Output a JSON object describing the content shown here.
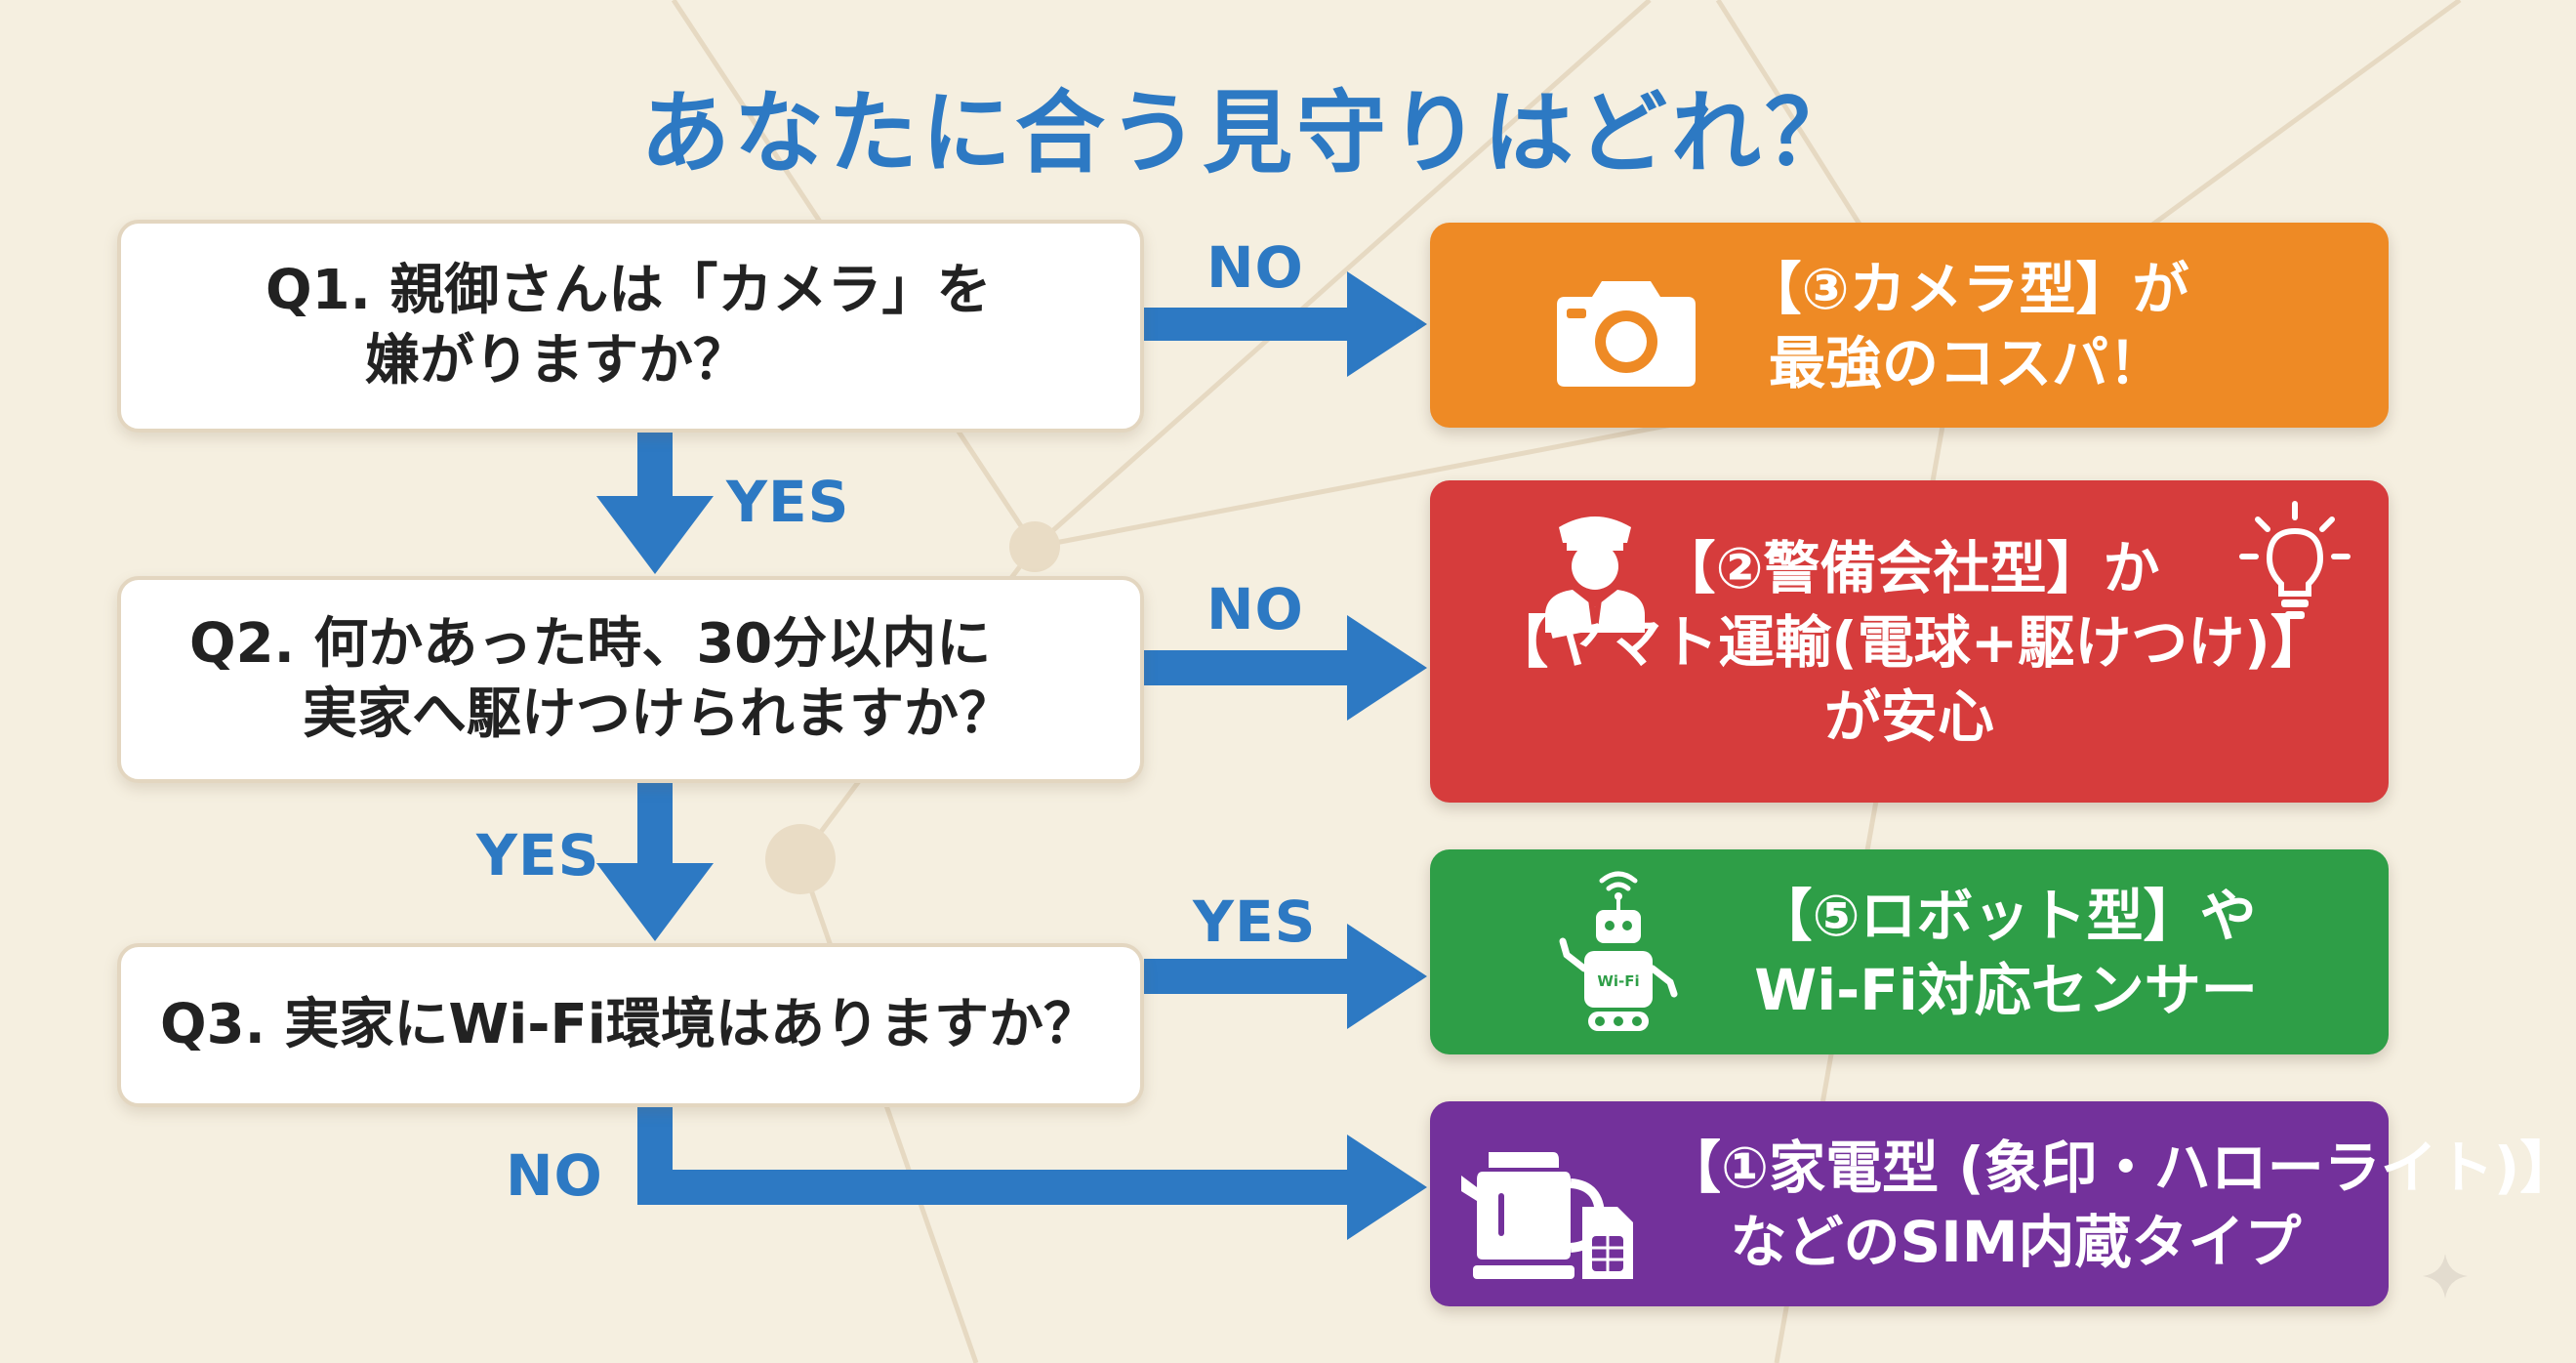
{
  "title": "あなたに合う見守りはどれ？",
  "questions": {
    "q1": {
      "lines": [
        "Q1. 親御さんは「カメラ」を",
        "嫌がりますか？"
      ]
    },
    "q2": {
      "lines": [
        "Q2. 何かあった時、30分以内に",
        "実家へ駆けつけられますか？"
      ]
    },
    "q3": {
      "lines": [
        "Q3. 実家にWi-Fi環境はありますか？"
      ]
    }
  },
  "labels": {
    "q1_right": "NO",
    "q1_down": "YES",
    "q2_right": "NO",
    "q2_down": "YES",
    "q3_right": "YES",
    "q3_down": "NO"
  },
  "results": {
    "r1": {
      "lines": [
        "【③カメラ型】が",
        "最強のコスパ！"
      ],
      "color": "#ee8a25",
      "icon": "camera-icon"
    },
    "r2": {
      "lines": [
        "【②警備会社型】か",
        "【ヤマト運輸(電球+駆けつけ)】",
        "が安心"
      ],
      "color": "#d63c3c",
      "icons": [
        "security-guard-icon",
        "lightbulb-icon"
      ]
    },
    "r3": {
      "lines": [
        "【⑤ロボット型】や",
        "Wi-Fi対応センサー"
      ],
      "color": "#2e9e47",
      "icon": "robot-icon",
      "icon_text": "Wi-Fi"
    },
    "r4": {
      "lines": [
        "【①家電型 (象印・ハローライト)】",
        "などのSIM内蔵タイプ"
      ],
      "color": "#73319b",
      "icons": [
        "kettle-icon",
        "sim-card-icon"
      ]
    }
  },
  "colors": {
    "title": "#2d79c3",
    "arrow": "#2d79c3",
    "background": "#f5efe0"
  }
}
